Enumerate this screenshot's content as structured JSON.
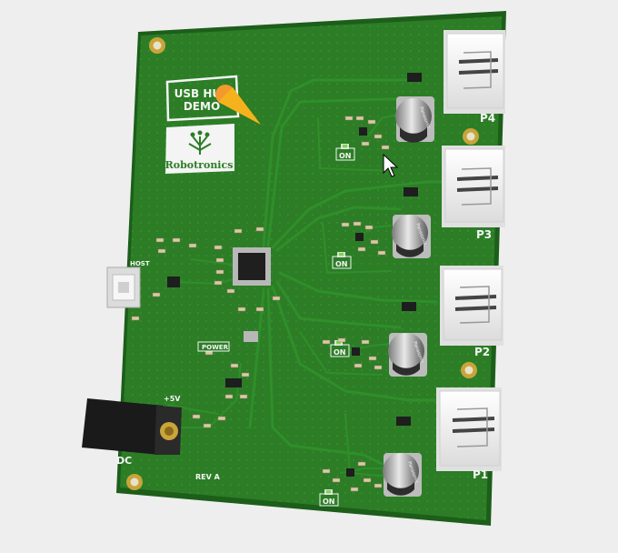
{
  "board": {
    "logo_box_text": [
      "USB HUB",
      "DEMO"
    ],
    "brand_name": "Robotronics",
    "port_labels": {
      "p4": "P4",
      "p3": "P3",
      "p2": "P2",
      "p1": "P1"
    },
    "led_labels": [
      "ON",
      "ON",
      "ON",
      "ON"
    ],
    "host_label": "HOST",
    "power_label": "POWER",
    "plus5v_label": "+5V",
    "dc_label": "DC",
    "rev_label": "REV A",
    "cap_brand": "Panasonic"
  },
  "colors": {
    "background": "#eeeeee",
    "pcb": "#2c7d26",
    "pcb_edge": "#1c5e1a",
    "trace": "#2f8f2a",
    "silkscreen": "#f4f4f4",
    "gold": "#c9a43a",
    "usb_metal": "#f5f5f5",
    "jack": "#1a1a1a"
  }
}
